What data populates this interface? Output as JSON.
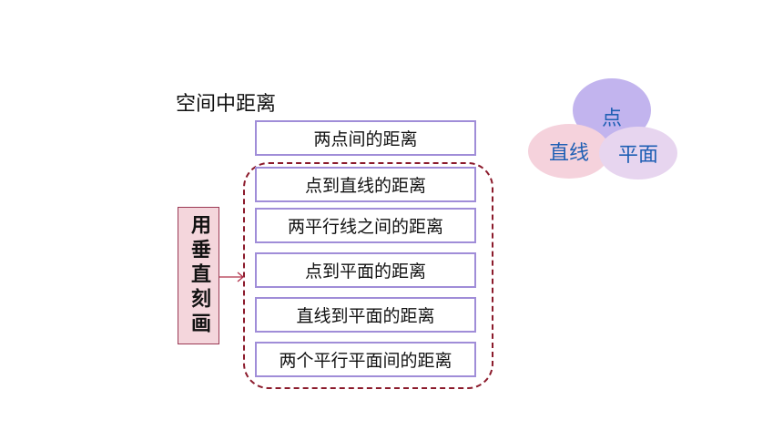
{
  "title": "空间中距离",
  "items": [
    "两点间的距离",
    "点到直线的距离",
    "两平行线之间的距离",
    "点到平面的距离",
    "直线到平面的距离",
    "两个平行平面间的距离"
  ],
  "method_label": "用垂直刻画",
  "venn": {
    "point": "点",
    "line": "直线",
    "plane": "平面"
  },
  "colors": {
    "box_border": "#a08dd8",
    "dashed_frame": "#8b1a2b",
    "method_fill": "#f4d6dc",
    "method_border": "#9b3a55",
    "venn_point": "#c2b4ee",
    "venn_line": "#f5d2dc",
    "venn_plane": "#e7d5ef",
    "venn_text": "#1f5fb4"
  }
}
